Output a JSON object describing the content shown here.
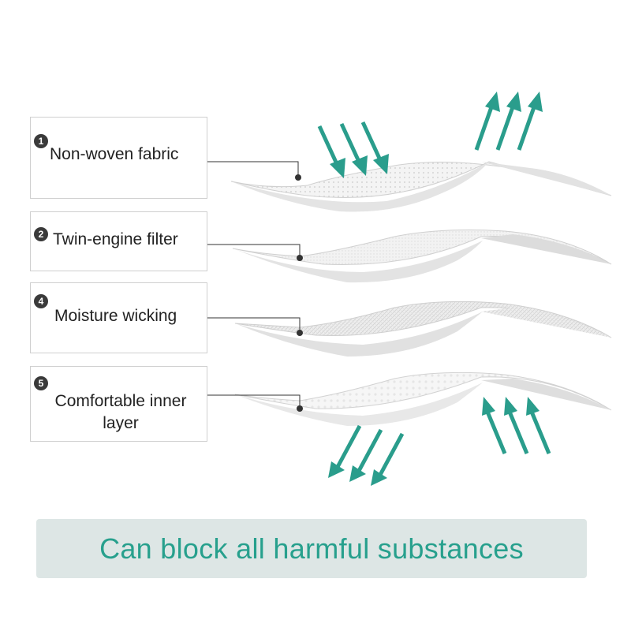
{
  "layers": [
    {
      "badge": "1",
      "label": "Non-woven fabric"
    },
    {
      "badge": "2",
      "label": "Twin-engine filter"
    },
    {
      "badge": "4",
      "label": "Moisture wicking"
    },
    {
      "badge": "5",
      "label": "Comfortable inner layer"
    }
  ],
  "banner": {
    "text": "Can block all harmful substances"
  },
  "colors": {
    "arrow": "#2a9d8c",
    "banner_bg": "#dde6e5",
    "banner_text": "#27a08d"
  }
}
